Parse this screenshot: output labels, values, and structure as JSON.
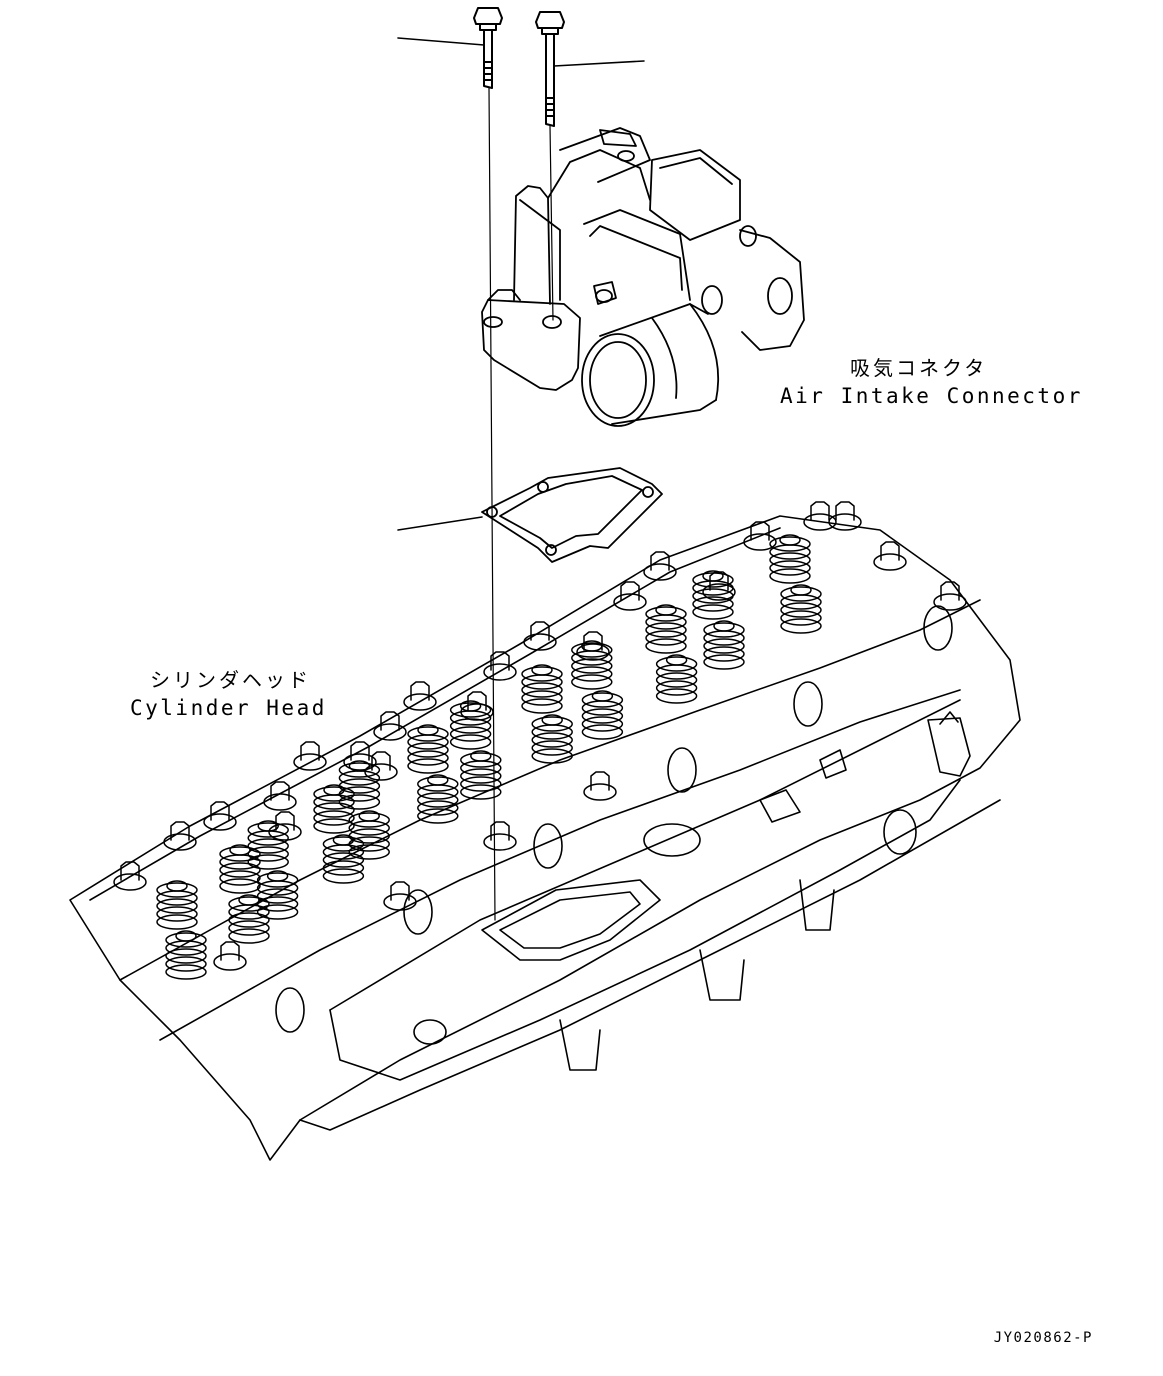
{
  "labels": {
    "air_intake_jp": "吸気コネクタ",
    "air_intake_en": "Air Intake Connector",
    "cylinder_head_jp": "シリンダヘッド",
    "cylinder_head_en": "Cylinder Head"
  },
  "drawing_code": "JY020862-P",
  "colors": {
    "line": "#000000",
    "background": "#ffffff"
  }
}
